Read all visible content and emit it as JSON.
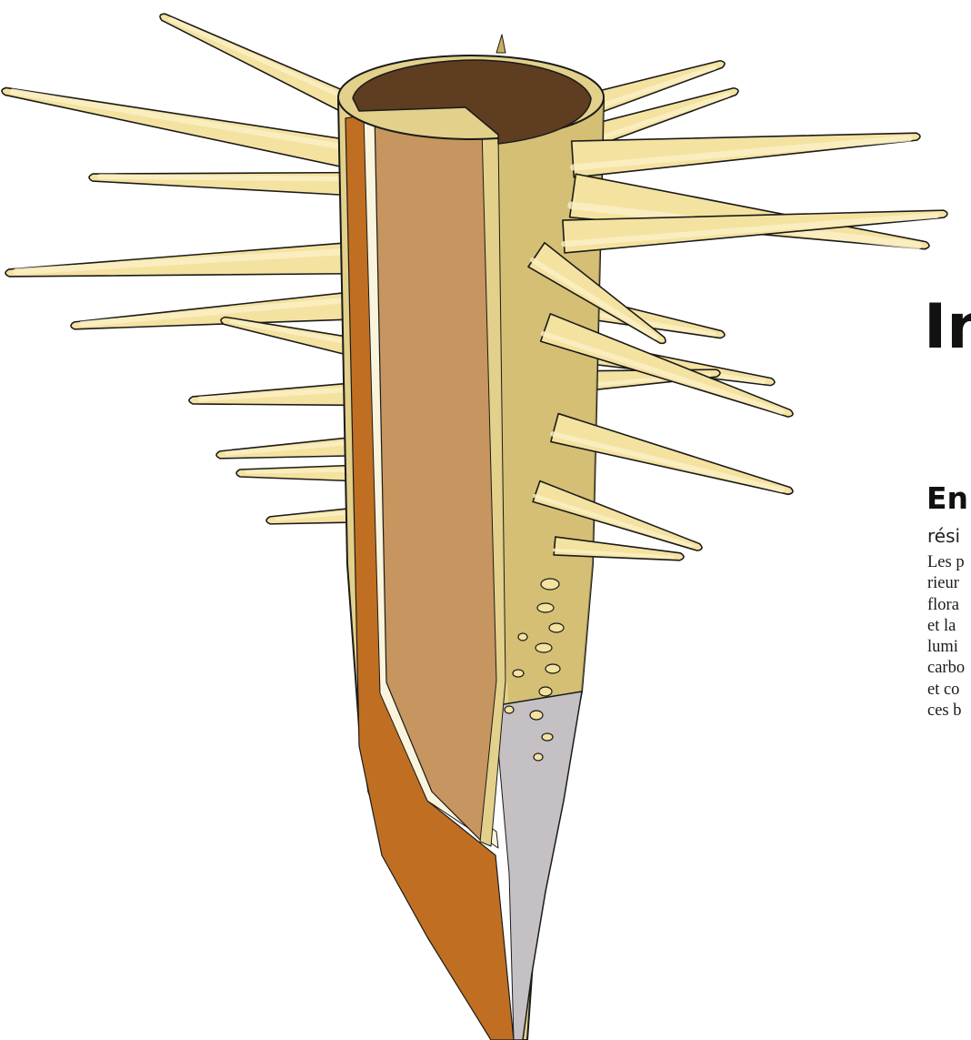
{
  "colors": {
    "hair": "#f4e2a0",
    "hair_outline": "#1a1a1a",
    "cortex": "#e3d08a",
    "cortex_shade": "#c8b063",
    "stele": "#c7955f",
    "endodermis": "#c06f22",
    "pericycle": "#fbf4dc",
    "core_top": "#5e3d21",
    "root_cap": "#c4c0c4",
    "cap_light": "#ffffff"
  },
  "text": {
    "heading": "In",
    "lead_title": "En",
    "lead_subtitle": "rési",
    "body_lines": [
      "Les p",
      "rieur",
      "flora",
      "et la",
      "lumi",
      "carbo",
      "et co",
      "ces b"
    ]
  }
}
